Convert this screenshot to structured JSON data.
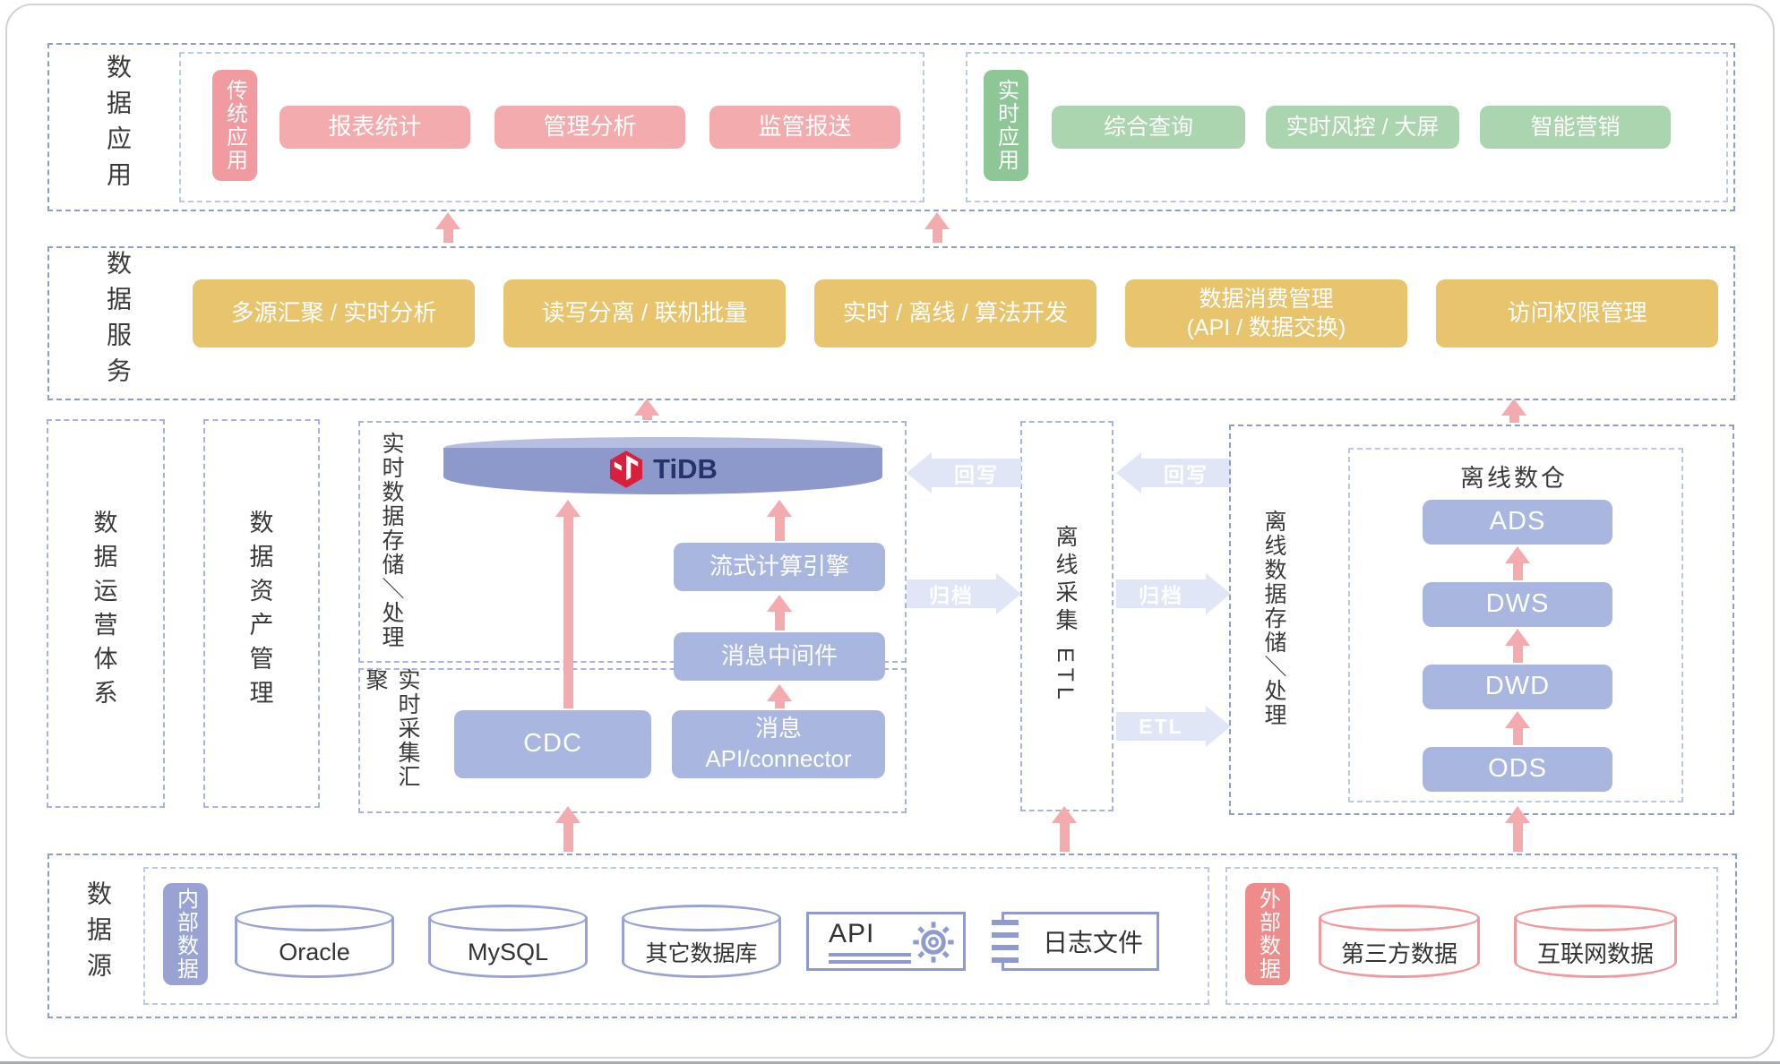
{
  "colors": {
    "dash_dark": "#8f9bc8",
    "dash_mid": "#a9b4da",
    "dash_light": "#bdc8e8",
    "pink_btn": "#f4abad",
    "pink_tag": "#f19ba1",
    "green_btn": "#abd5ae",
    "green_tag": "#8cc795",
    "gold_btn": "#e8c46d",
    "peri_btn": "#a9b6df",
    "peri_border": "#8e9ad0",
    "blue_tag": "#98a3d3",
    "red_tag": "#ee8b8b",
    "pink_cyl_border": "#f1999d",
    "arrow_pink": "#f3abae",
    "arrow_lavender": "#e0e6f6",
    "tidb_red": "#d8203a",
    "tidb_navy": "#24336b",
    "tidb_band": "#8d99cb",
    "tidb_band_top": "#b6bfe0",
    "label_text": "#3a3a3a"
  },
  "app": {
    "label": "数据应用",
    "traditional": {
      "tag": "传统应用",
      "items": [
        "报表统计",
        "管理分析",
        "监管报送"
      ]
    },
    "realtime": {
      "tag": "实时应用",
      "items": [
        "综合查询",
        "实时风控 / 大屏",
        "智能营销"
      ]
    }
  },
  "service": {
    "label": "数据服务",
    "items": [
      "多源汇聚 / 实时分析",
      "读写分离 / 联机批量",
      "实时 / 离线 / 算法开发",
      {
        "line1": "数据消费管理",
        "line2": "(API / 数据交换)"
      },
      "访问权限管理"
    ]
  },
  "operation": {
    "label": "数据运营体系"
  },
  "asset": {
    "label": "数据资产管理"
  },
  "realtime_storage": {
    "label": "实时数据存储＼处理",
    "tidb_label": "TiDB",
    "stream_engine": "流式计算引擎",
    "middleware": "消息中间件"
  },
  "realtime_collect": {
    "label": "实时采集汇聚",
    "cdc": "CDC",
    "msg": {
      "line1": "消息",
      "line2": "API/connector"
    }
  },
  "offline_etl": {
    "label": "离线采集 ETL"
  },
  "offline_storage": {
    "label": "离线数据存储＼处理",
    "warehouse_title": "离线数仓",
    "layers": [
      "ADS",
      "DWS",
      "DWD",
      "ODS"
    ]
  },
  "flows": {
    "writeback": "回写",
    "archive": "归档",
    "etl": "ETL"
  },
  "source": {
    "label": "数据源",
    "internal": {
      "tag": "内部数据",
      "databases": [
        "Oracle",
        "MySQL",
        "其它数据库"
      ],
      "api_label": "API",
      "log_label": "日志文件"
    },
    "external": {
      "tag": "外部数据",
      "databases": [
        "第三方数据",
        "互联网数据"
      ]
    }
  }
}
